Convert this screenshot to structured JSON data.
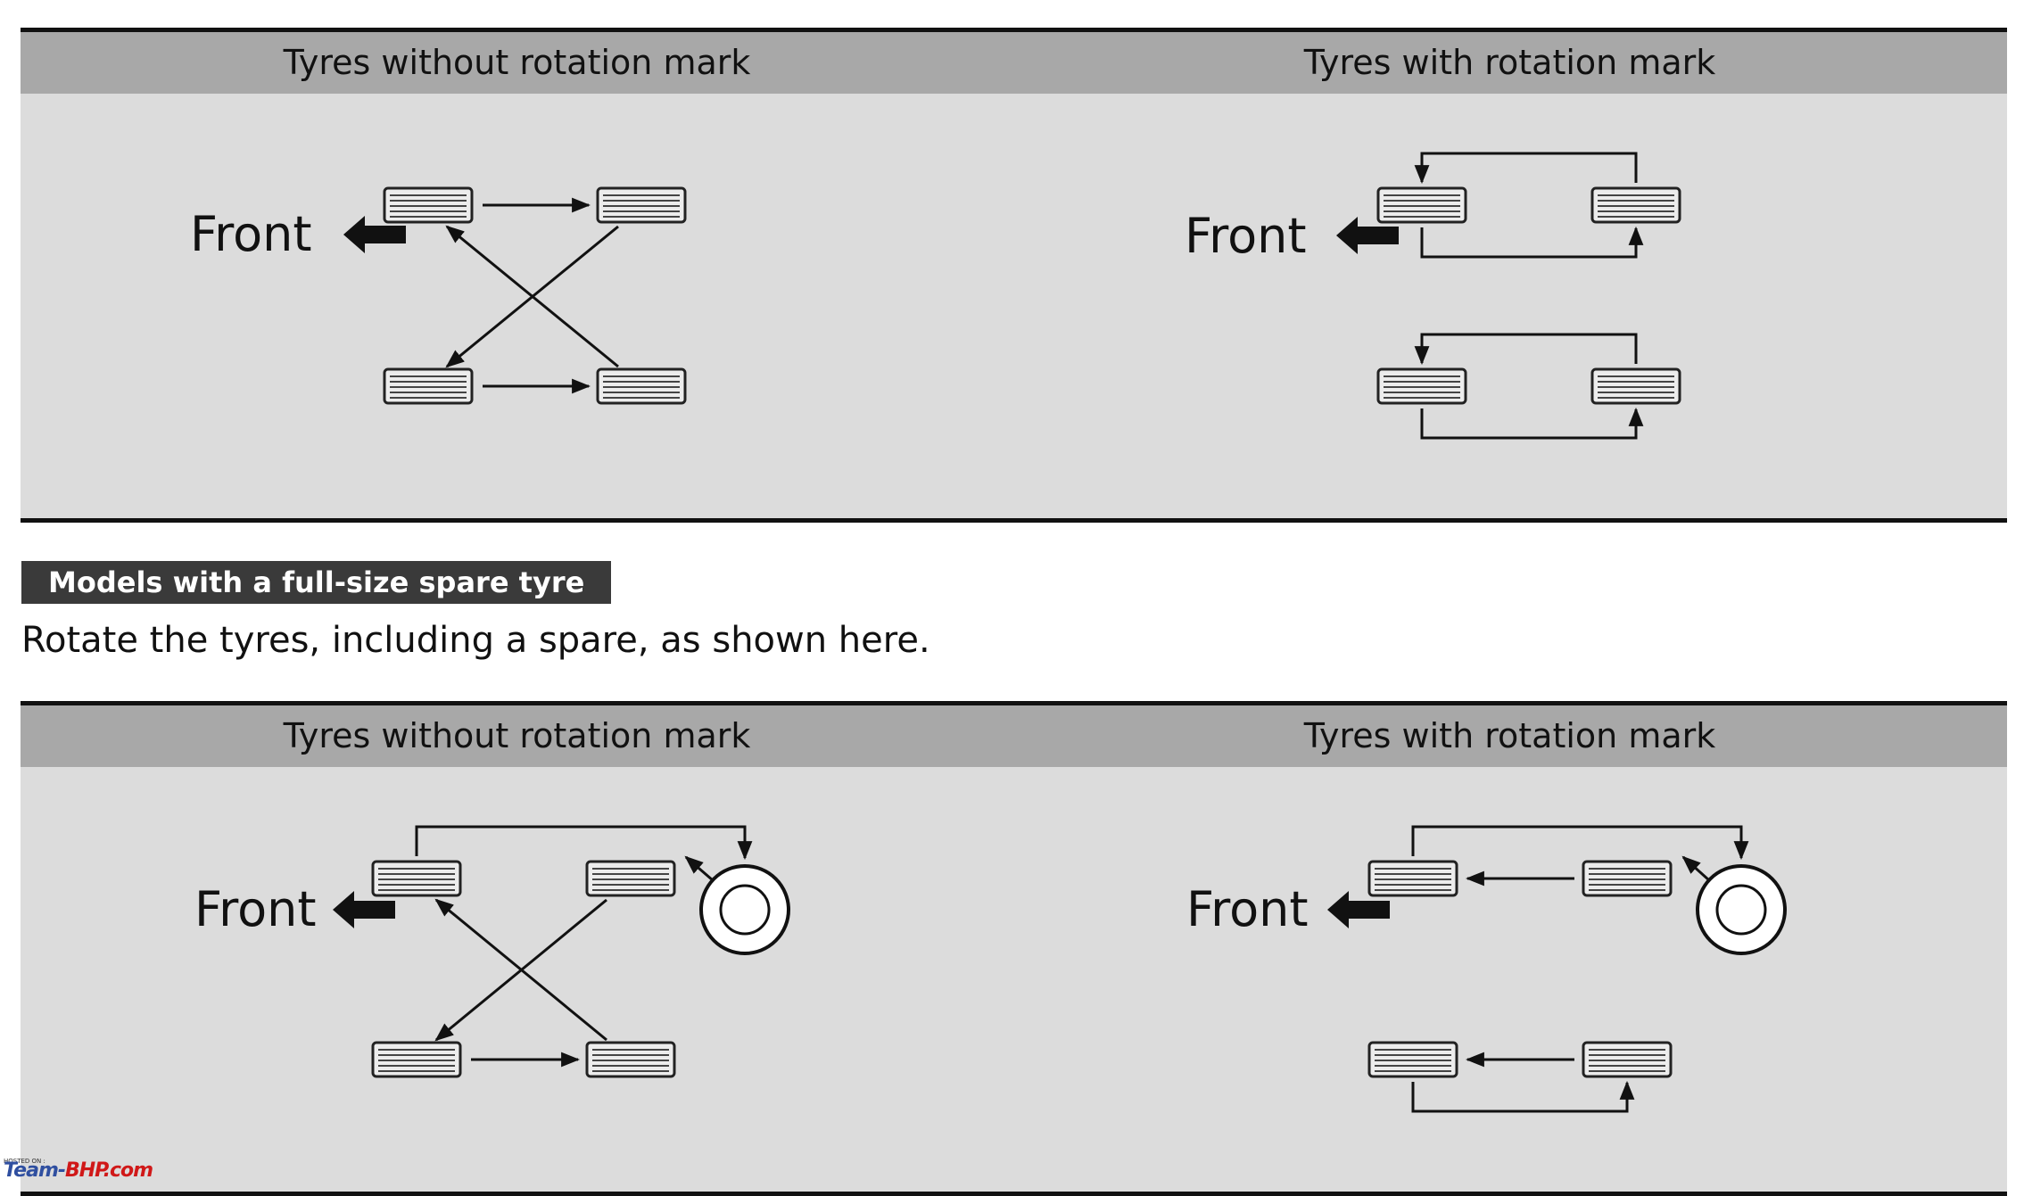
{
  "top_panel": {
    "left_title": "Tyres without rotation mark",
    "right_title": "Tyres with rotation mark",
    "front_label": "Front"
  },
  "section": {
    "label": "Models with a full-size spare tyre",
    "instruction": "Rotate the tyres, including a spare, as shown here."
  },
  "bottom_panel": {
    "left_title": "Tyres without rotation mark",
    "right_title": "Tyres with rotation mark",
    "front_label": "Front"
  },
  "watermark": {
    "brand_prefix": "Team-",
    "brand_accent": "BHP.com",
    "hosted_note": "HOSTED ON :"
  }
}
